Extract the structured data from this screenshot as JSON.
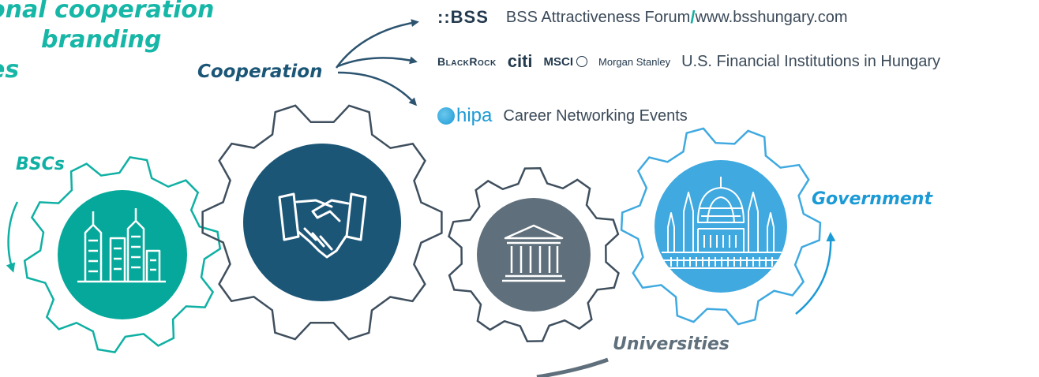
{
  "heading": {
    "lines": [
      "onal cooperation",
      "branding",
      "es"
    ],
    "color": "#16b7a7"
  },
  "nodes": {
    "bscs": {
      "label": "BSCs",
      "icon": "buildings-icon",
      "color": "#05a89a"
    },
    "cooperation": {
      "label": "Cooperation",
      "icon": "handshake-icon",
      "color": "#1c5677"
    },
    "universities": {
      "label": "Universities",
      "icon": "institution-icon",
      "color": "#5f6f7b"
    },
    "government": {
      "label": "Government",
      "icon": "parliament-icon",
      "color": "#3fa9e0"
    }
  },
  "partners": [
    {
      "logos": [
        "::BSS"
      ],
      "text_before": "BSS Attractiveness Forum",
      "slash": "/",
      "text_after": "www.bsshungary.com"
    },
    {
      "logos": [
        "BlackRock",
        "citi",
        "MSCI",
        "Morgan Stanley"
      ],
      "text": "U.S. Financial Institutions in Hungary"
    },
    {
      "logos": [
        "hipa"
      ],
      "text": "Career Networking Events"
    }
  ],
  "colors": {
    "text_dark": "#2e3f4f",
    "arrow": "#2c5470",
    "accent_blue": "#1b9ad6",
    "accent_teal": "#0fb0a3",
    "gear_stroke": "#3f4f5e"
  }
}
